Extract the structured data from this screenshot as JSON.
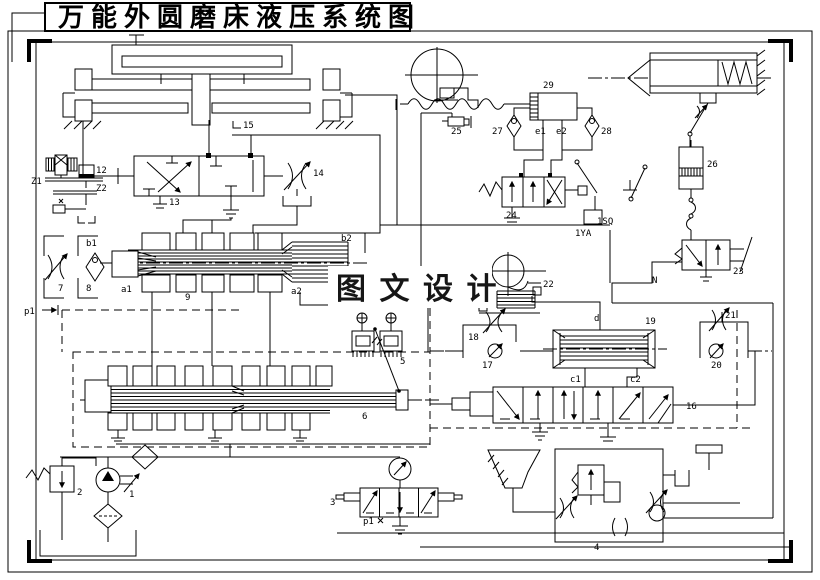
{
  "title": {
    "text": "万能外圆磨床液压系统图",
    "color": "#ff0000"
  },
  "watermark": {
    "text": "图 文 设 计"
  },
  "colors": {
    "line": "#000000",
    "background": "#ffffff",
    "title_red": "#ff0000",
    "watermark": "#161616"
  },
  "labels": {
    "z1": "Z1",
    "z2": "Z2",
    "c12": "12",
    "c13": "13",
    "c14": "14",
    "c15": "15",
    "b1": "b1",
    "b2": "b2",
    "a1": "a1",
    "a2": "a2",
    "c7": "7",
    "c8": "8",
    "c9": "9",
    "p1_left": "p1",
    "c5": "5",
    "c6": "6",
    "c1_pump": "1",
    "c2_relief": "2",
    "c3_valve": "3",
    "p1_bottom": "p1",
    "c4_box": "4",
    "c16": "16",
    "port_c1": "c1",
    "port_c2": "c2",
    "port_d": "d",
    "c17": "17",
    "c18": "18",
    "c19": "19",
    "c20": "20",
    "c21": "21",
    "c22": "22",
    "c23": "23",
    "n_node": "N",
    "c24": "24",
    "c25": "25",
    "c26": "26",
    "c27": "27",
    "c28": "28",
    "c29": "29",
    "e1": "e1",
    "e2": "e2",
    "sq": "1SQ",
    "ya": "1YA"
  }
}
